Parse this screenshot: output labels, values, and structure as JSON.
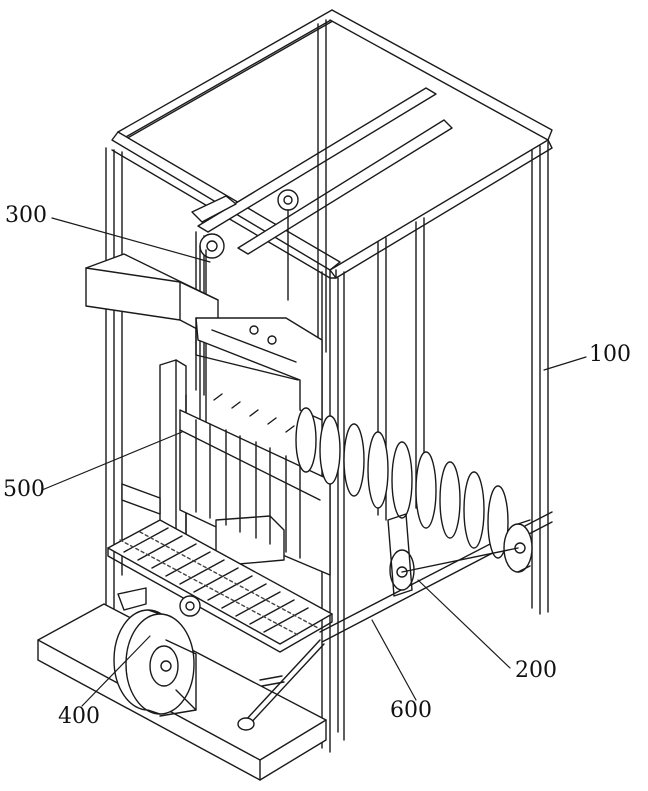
{
  "figure": {
    "callouts": [
      {
        "id": "100",
        "text": "100"
      },
      {
        "id": "200",
        "text": "200"
      },
      {
        "id": "300",
        "text": "300"
      },
      {
        "id": "400",
        "text": "400"
      },
      {
        "id": "500",
        "text": "500"
      },
      {
        "id": "600",
        "text": "600"
      }
    ],
    "colors": {
      "line": "#1a1a1a",
      "background": "#ffffff",
      "hatch": "#444444"
    }
  }
}
